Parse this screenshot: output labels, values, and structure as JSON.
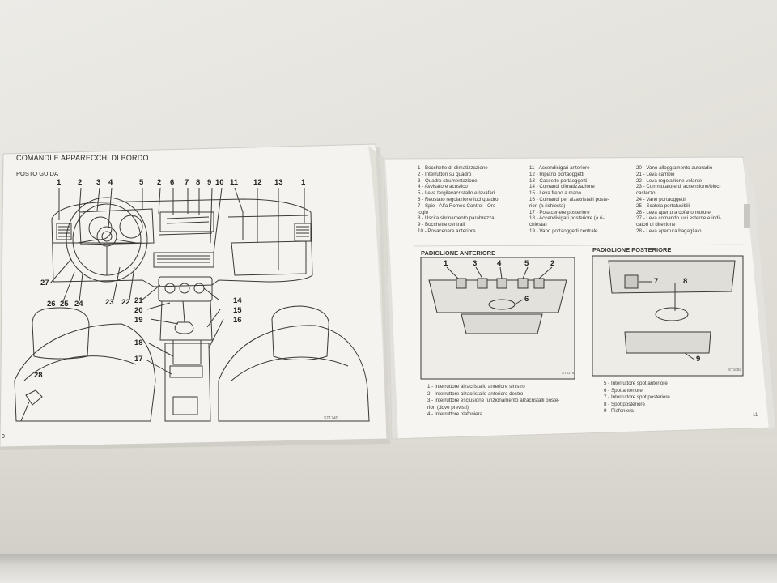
{
  "left_page": {
    "heading": "COMANDI E APPARECCHI DI BORDO",
    "subheading": "POSTO GUIDA",
    "callouts_top": [
      "1",
      "2",
      "3",
      "4",
      "5",
      "2",
      "6",
      "7",
      "8",
      "9",
      "10",
      "11",
      "12",
      "13",
      "1"
    ],
    "callouts_left": [
      "27",
      "26",
      "25",
      "24",
      "23",
      "22",
      "21",
      "20",
      "19",
      "18",
      "17"
    ],
    "callouts_right": [
      "14",
      "15",
      "16"
    ],
    "callout_corner": "28",
    "figure_code": "ST1740",
    "page_number": "0"
  },
  "right_page": {
    "legend_col1": [
      "1 - Bocchette di climatizzazione",
      "2 - Interruttori su quadro",
      "3 - Quadro strumentazione",
      "4 - Avvisatore acustico",
      "5 - Leva tergilavacristallo e lavafari",
      "6 - Reostato regolazione luci quadro",
      "7 - Spie - Alfa Romeo Control - Oro-",
      "    logio",
      "8 - Uscita sbrinamento parabrezza",
      "9 - Bocchette centrali",
      "10 - Posacenere anteriore"
    ],
    "legend_col2": [
      "11 - Accendisigari anteriore",
      "12 - Ripiano portaoggetti",
      "13 - Cassetto portaoggetti",
      "14 - Comandi climatizzazione",
      "15 - Leva freno a mano",
      "16 - Comandi per alzacristalli poste-",
      "     riori (a richiesta)",
      "17 - Posacenere posteriore",
      "18 - Accendisigari posteriore (a ri-",
      "     chiesta)",
      "19 - Vano portaoggetti centrale"
    ],
    "legend_col3": [
      "20 - Vano alloggiamento autoradio",
      "21 - Leva cambio",
      "22 - Leva regolazione volante",
      "23 - Commutatore di accensione/bloc-",
      "     casterzo",
      "24 - Vano portaoggetti",
      "25 - Scatola portafusibili",
      "26 - Leva apertura cofano motore",
      "27 - Leva comando luci esterne e indi-",
      "     catori di direzione",
      "28 - Leva apertura bagagliaio"
    ],
    "front_title": "PADIGLIONE ANTERIORE",
    "rear_title": "PADIGLIONE POSTERIORE",
    "front_callouts": [
      "1",
      "3",
      "4",
      "5",
      "2",
      "6"
    ],
    "rear_callouts": [
      "7",
      "8",
      "9"
    ],
    "front_code": "ST1176",
    "rear_code": "ST1082",
    "front_captions": [
      "1 - Interruttore alzacristallo anteriore sinistro",
      "2 - Interruttore alzacristallo anteriore destro",
      "3 - Interruttore esclusione funzionamento alzacristalli poste-",
      "    riori (dove previsti)",
      "4 - Interruttore plafoniera"
    ],
    "rear_captions": [
      "5 - Interruttore spot anteriore",
      "6 - Spot anteriore",
      "7 - Interruttore spot posteriore",
      "8 - Spot posteriore",
      "9 - Plafoniera"
    ],
    "page_number": "11"
  }
}
